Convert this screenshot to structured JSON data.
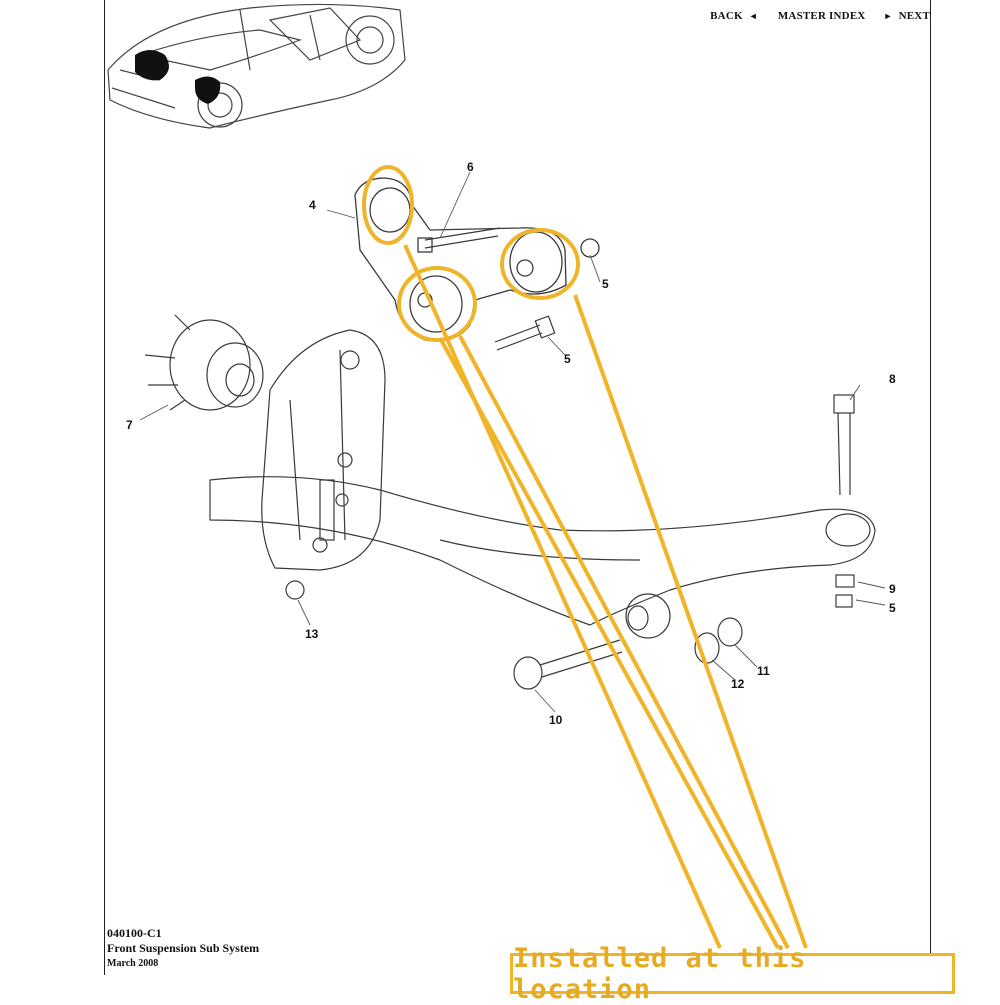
{
  "nav": {
    "back": "BACK",
    "master_index": "MASTER INDEX",
    "next": "NEXT"
  },
  "part_numbers": {
    "p4": "4",
    "p6": "6",
    "p5a": "5",
    "p5b": "5",
    "p7": "7",
    "p8": "8",
    "p9": "9",
    "p5c": "5",
    "p13": "13",
    "p11": "11",
    "p12": "12",
    "p10": "10"
  },
  "footer": {
    "code": "040100-C1",
    "subsystem": "Front Suspension Sub System",
    "date": "March 2008"
  },
  "callout": {
    "text": "Installed at this location"
  },
  "colors": {
    "highlight": "#f0b429",
    "line_art": "#3a3a3a"
  }
}
